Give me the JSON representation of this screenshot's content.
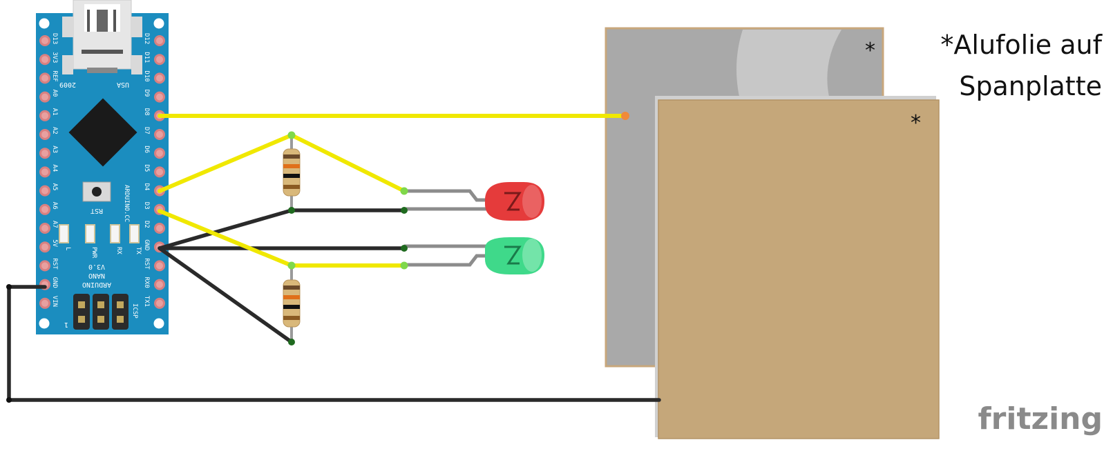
{
  "board": {
    "left_pins": [
      "D13",
      "3V3",
      "REF",
      "A0",
      "A1",
      "A2",
      "A3",
      "A4",
      "A5",
      "A6",
      "A7",
      "5V",
      "RST",
      "GND",
      "VIN"
    ],
    "right_pins": [
      "D12",
      "D11",
      "D10",
      "D9",
      "D8",
      "D7",
      "D6",
      "D5",
      "D4",
      "D3",
      "D2",
      "GND",
      "RST",
      "RX0",
      "TX1"
    ],
    "year": "2009",
    "country": "USA",
    "site": "ARDUINO.CC",
    "reset_label": "RST",
    "led_labels": [
      "L",
      "PWR",
      "RX",
      "TX"
    ],
    "model": "ARDUINO",
    "model_line2": "NANO",
    "version": "V3.0",
    "icsp": "ICSP",
    "icsp_index": "1"
  },
  "notes": {
    "line1": "*Alufolie auf",
    "line2": "Spanplatte",
    "marker_back": "*",
    "marker_front": "*"
  },
  "logo": "fritzing",
  "colors": {
    "board_blue": "#1b8dbf",
    "wire_yellow": "#f0e800",
    "wire_black": "#2a2a2a",
    "led_red": "#e53b3b",
    "led_green": "#3fd98a",
    "foil_gray": "#a9a9a9",
    "chipboard": "#c5a77a"
  }
}
